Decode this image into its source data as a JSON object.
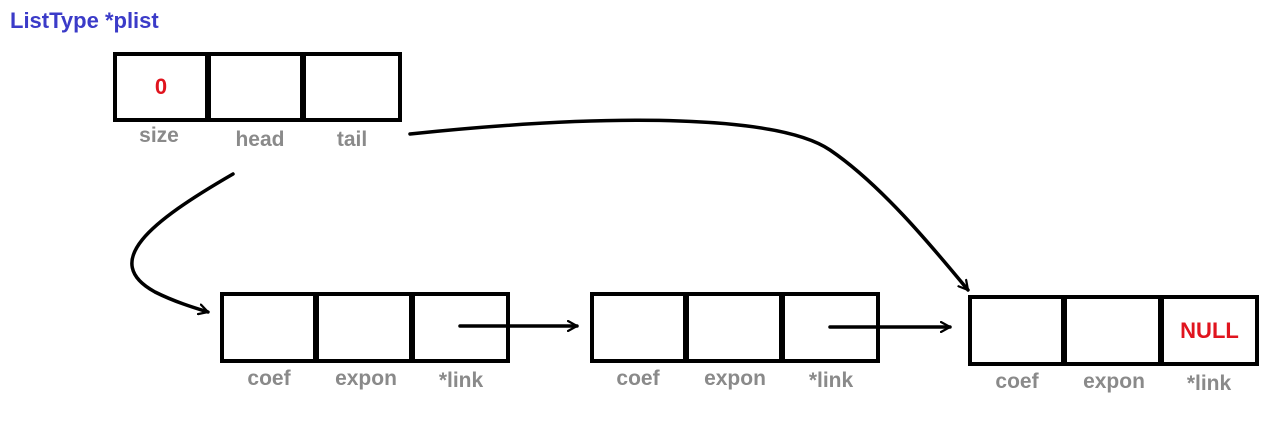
{
  "title": "ListType *plist",
  "colors": {
    "title": "#3b3bc8",
    "value": "#e0141e",
    "label": "#8a8a8a",
    "stroke": "#000000"
  },
  "header": {
    "fields": [
      {
        "label": "size",
        "value": "0"
      },
      {
        "label": "head",
        "value": ""
      },
      {
        "label": "tail",
        "value": ""
      }
    ]
  },
  "nodes": [
    {
      "fields": [
        {
          "label": "coef",
          "value": ""
        },
        {
          "label": "expon",
          "value": ""
        },
        {
          "label": "*link",
          "value": ""
        }
      ]
    },
    {
      "fields": [
        {
          "label": "coef",
          "value": ""
        },
        {
          "label": "expon",
          "value": ""
        },
        {
          "label": "*link",
          "value": ""
        }
      ]
    },
    {
      "fields": [
        {
          "label": "coef",
          "value": ""
        },
        {
          "label": "expon",
          "value": ""
        },
        {
          "label": "*link",
          "value": "NULL"
        }
      ]
    }
  ]
}
